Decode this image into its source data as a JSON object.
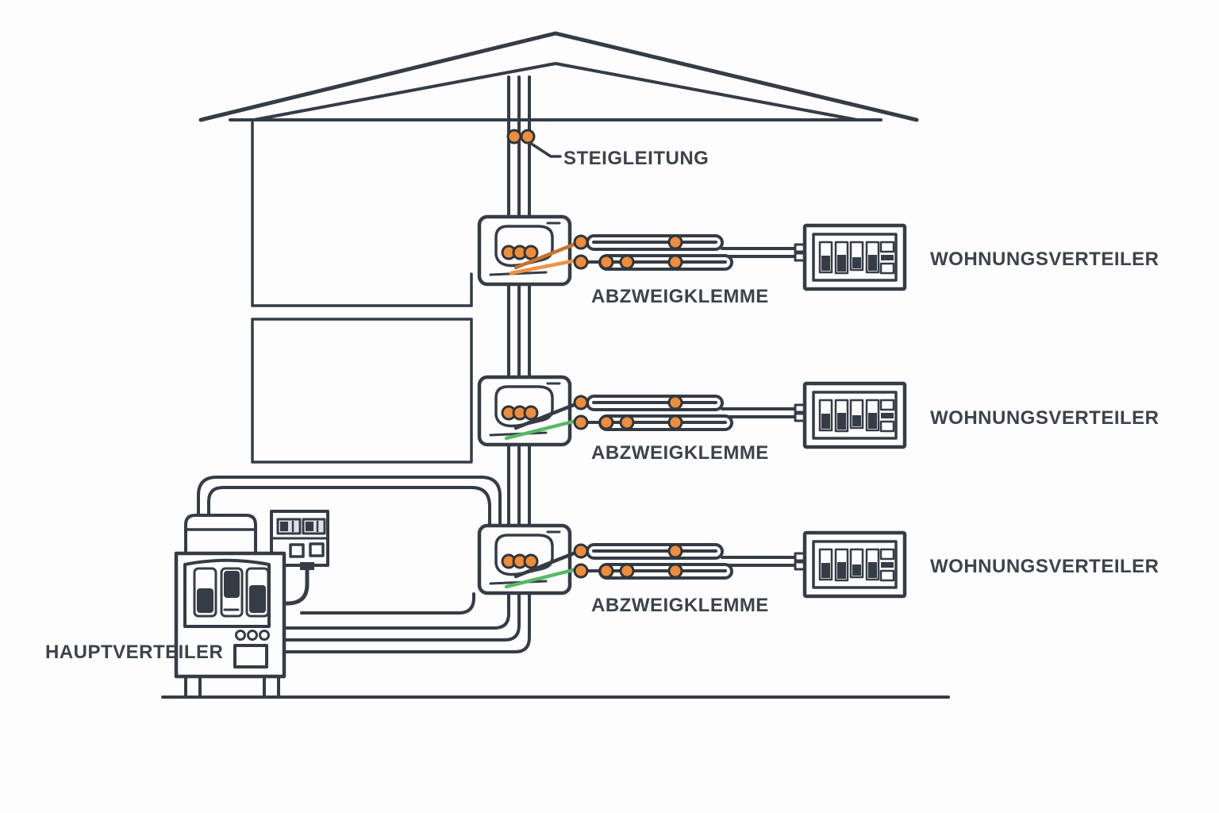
{
  "labels": {
    "riser": "STEIGLEITUNG",
    "main_distributor": "HAUPTVERTEILER"
  },
  "floors": [
    {
      "junction_label": "ABZWEIGKLEMME",
      "panel_label": "WOHNUNGSVERTEILER"
    },
    {
      "junction_label": "ABZWEIGKLEMME",
      "panel_label": "WOHNUNGSVERTEILER"
    },
    {
      "junction_label": "ABZWEIGKLEMME",
      "panel_label": "WOHNUNGSVERTEILER"
    }
  ],
  "colors": {
    "line": "#363c46",
    "text": "#3d434c",
    "background": "#fdfdfd",
    "connector_dot": "#ee8d3c",
    "branch_wire_orange_dark": "#c8742f",
    "branch_wire_orange_light": "#ed9348",
    "branch_wire_green": "#58b865"
  }
}
